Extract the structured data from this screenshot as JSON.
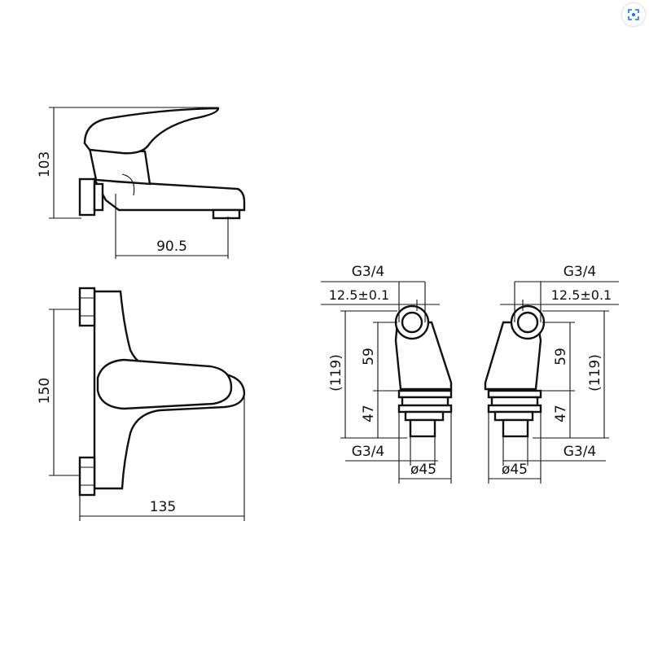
{
  "side_view": {
    "height": "103",
    "spout_reach": "90.5"
  },
  "top_view": {
    "width": "150",
    "length": "135"
  },
  "eccentric_left": {
    "thread_top": "G3/4",
    "offset": "12.5±0.1",
    "upper": "59",
    "lower": "47",
    "total": "(119)",
    "thread_bottom": "G3/4",
    "diameter": "ø45"
  },
  "eccentric_right": {
    "thread_top": "G3/4",
    "offset": "12.5±0.1",
    "upper": "59",
    "lower": "47",
    "total": "(119)",
    "thread_bottom": "G3/4",
    "diameter": "ø45"
  },
  "zoom_icon": "zoom-icon"
}
